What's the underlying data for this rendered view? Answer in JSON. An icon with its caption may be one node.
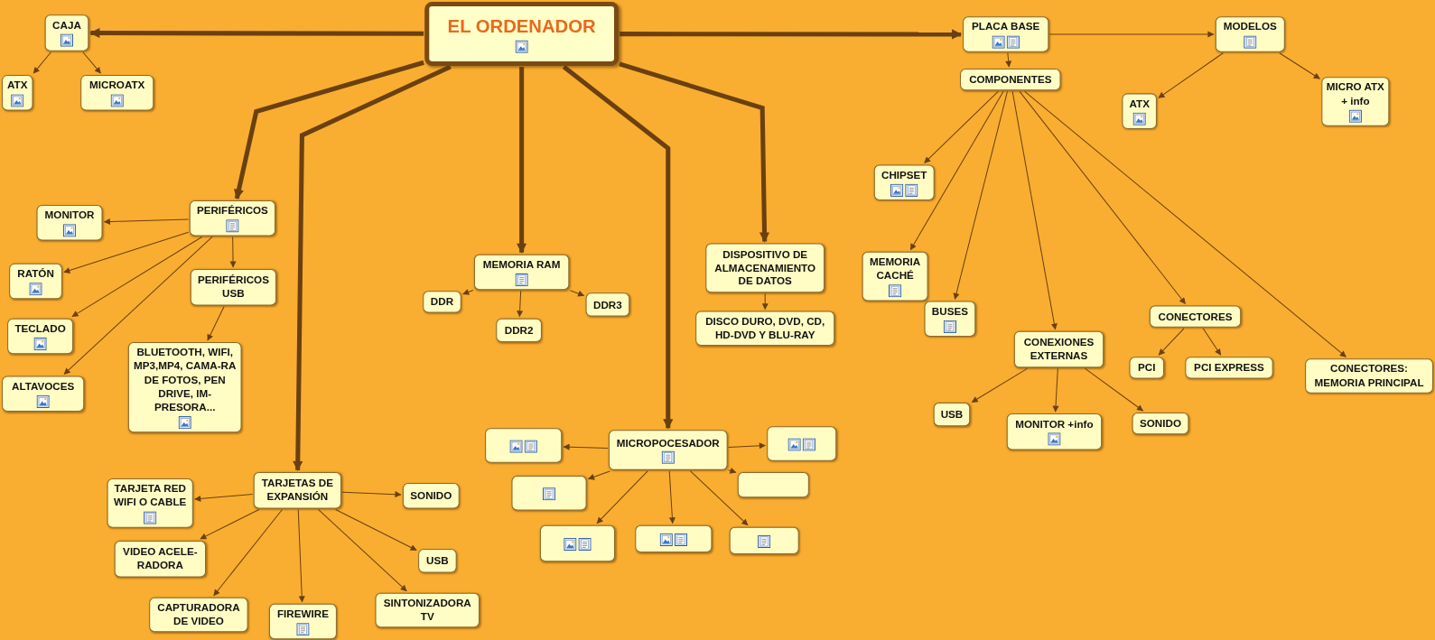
{
  "diagram": {
    "nodes": [
      {
        "text": [
          "EL ORDENADOR"
        ]
      },
      {
        "text": [
          "CAJA"
        ]
      },
      {
        "text": [
          "ATX"
        ]
      },
      {
        "text": [
          "MICROATX"
        ]
      },
      {
        "text": [
          "PLACA BASE"
        ]
      },
      {
        "text": [
          "MODELOS"
        ]
      },
      {
        "text": [
          "COMPONENTES"
        ]
      },
      {
        "text": [
          "ATX"
        ]
      },
      {
        "text": [
          "MICRO ATX + info"
        ]
      },
      {
        "text": [
          "CHIPSET"
        ]
      },
      {
        "text": [
          "PERIFÉRICOS"
        ]
      },
      {
        "text": [
          "MONITOR"
        ]
      },
      {
        "text": [
          "RATÓN"
        ]
      },
      {
        "text": [
          "PERIFÉRICOS USB"
        ]
      },
      {
        "text": [
          "MEMORIA RAM"
        ]
      },
      {
        "text": [
          "DISPOSITIVO DE ALMACENAMIENTO DE DATOS"
        ]
      },
      {
        "text": [
          "MEMORIA CACHÉ"
        ]
      },
      {
        "text": [
          "TECLADO"
        ]
      },
      {
        "text": [
          "DDR"
        ]
      },
      {
        "text": [
          "DDR3"
        ]
      },
      {
        "text": [
          "DDR2"
        ]
      },
      {
        "text": [
          "BUSES"
        ]
      },
      {
        "text": [
          "CONECTORES"
        ]
      },
      {
        "text": [
          "DISCO DURO, DVD, CD, HD-DVD Y BLU-RAY"
        ]
      },
      {
        "text": [
          "CONEXIONES EXTERNAS"
        ]
      },
      {
        "text": [
          "BLUETOOTH, WIFI, MP3,MP4, CAMA-RA DE FOTOS, PEN DRIVE, IM-PRESORA..."
        ]
      },
      {
        "text": [
          "ALTAVOCES"
        ]
      },
      {
        "text": [
          "PCI"
        ]
      },
      {
        "text": [
          "PCI EXPRESS"
        ]
      },
      {
        "text": [
          "CONECTORES: MEMORIA PRINCIPAL"
        ]
      },
      {
        "text": [
          "USB"
        ]
      },
      {
        "text": [
          "MONITOR +info"
        ]
      },
      {
        "text": [
          "SONIDO"
        ]
      },
      {
        "text": [],
        "shape": "box"
      },
      {
        "text": [
          "MICROPOCESADOR"
        ]
      },
      {
        "text": [],
        "shape": "box"
      },
      {
        "text": [
          "TARJETAS DE EXPANSIÓN"
        ]
      },
      {
        "text": [
          "SONIDO"
        ]
      },
      {
        "text": [
          "TARJETA RED WIFI O CABLE"
        ]
      },
      {
        "text": [],
        "shape": "box"
      },
      {
        "text": [],
        "shape": "box"
      },
      {
        "text": [
          "VIDEO ACELE-RADORA"
        ]
      },
      {
        "text": [],
        "shape": "box"
      },
      {
        "text": [],
        "shape": "box"
      },
      {
        "text": [],
        "shape": "box"
      },
      {
        "text": [
          "USB"
        ]
      },
      {
        "text": [
          "CAPTURADORA DE VIDEO"
        ]
      },
      {
        "text": [
          "FIREWIRE"
        ]
      },
      {
        "text": [
          "SINTONIZADORA TV"
        ]
      }
    ],
    "edges": [
      {
        "from": 0,
        "to": 1,
        "arrow": "to",
        "style": "thick"
      },
      {
        "from": 0,
        "to": 4,
        "arrow": "to",
        "style": "thick"
      },
      {
        "from": 0,
        "to": 10,
        "arrow": "to",
        "style": "thick"
      },
      {
        "from": 0,
        "to": 36,
        "arrow": "to",
        "style": "thick"
      },
      {
        "from": 0,
        "to": 14,
        "arrow": "to",
        "style": "thick"
      },
      {
        "from": 0,
        "to": 34,
        "arrow": "to",
        "style": "thick"
      },
      {
        "from": 0,
        "to": 15,
        "arrow": "to",
        "style": "thick"
      },
      {
        "from": 1,
        "to": 2,
        "arrow": "to"
      },
      {
        "from": 1,
        "to": 3,
        "arrow": "to"
      },
      {
        "from": 4,
        "to": 5,
        "arrow": "to"
      },
      {
        "from": 4,
        "to": 6,
        "arrow": "to"
      },
      {
        "from": 5,
        "to": 7,
        "arrow": "to"
      },
      {
        "from": 5,
        "to": 8,
        "arrow": "to"
      },
      {
        "from": 6,
        "to": 9,
        "arrow": "to"
      },
      {
        "from": 6,
        "to": 16,
        "arrow": "to"
      },
      {
        "from": 6,
        "to": 21,
        "arrow": "to"
      },
      {
        "from": 6,
        "to": 24,
        "arrow": "to"
      },
      {
        "from": 6,
        "to": 22,
        "arrow": "to"
      },
      {
        "from": 6,
        "to": 29,
        "arrow": "to"
      },
      {
        "from": 10,
        "to": 11,
        "arrow": "to"
      },
      {
        "from": 10,
        "to": 12,
        "arrow": "to"
      },
      {
        "from": 10,
        "to": 17,
        "arrow": "to"
      },
      {
        "from": 10,
        "to": 26,
        "arrow": "to"
      },
      {
        "from": 10,
        "to": 13,
        "arrow": "to"
      },
      {
        "from": 13,
        "to": 25,
        "arrow": "to"
      },
      {
        "from": 14,
        "to": 18,
        "arrow": "to"
      },
      {
        "from": 14,
        "to": 20,
        "arrow": "to"
      },
      {
        "from": 14,
        "to": 19,
        "arrow": "to"
      },
      {
        "from": 15,
        "to": 23,
        "arrow": "to"
      },
      {
        "from": 22,
        "to": 27,
        "arrow": "to"
      },
      {
        "from": 22,
        "to": 28,
        "arrow": "to"
      },
      {
        "from": 24,
        "to": 30,
        "arrow": "to"
      },
      {
        "from": 24,
        "to": 31,
        "arrow": "to"
      },
      {
        "from": 24,
        "to": 32,
        "arrow": "to"
      },
      {
        "from": 34,
        "to": 33,
        "arrow": "to"
      },
      {
        "from": 34,
        "to": 35,
        "arrow": "to"
      },
      {
        "from": 34,
        "to": 39,
        "arrow": "to"
      },
      {
        "from": 34,
        "to": 40,
        "arrow": "to"
      },
      {
        "from": 34,
        "to": 42,
        "arrow": "to"
      },
      {
        "from": 34,
        "to": 43,
        "arrow": "to"
      },
      {
        "from": 34,
        "to": 44,
        "arrow": "to"
      },
      {
        "from": 36,
        "to": 38,
        "arrow": "to"
      },
      {
        "from": 36,
        "to": 37,
        "arrow": "to"
      },
      {
        "from": 36,
        "to": 41,
        "arrow": "to"
      },
      {
        "from": 36,
        "to": 46,
        "arrow": "to"
      },
      {
        "from": 36,
        "to": 47,
        "arrow": "to"
      },
      {
        "from": 36,
        "to": 48,
        "arrow": "to"
      },
      {
        "from": 36,
        "to": 45,
        "arrow": "to"
      }
    ]
  }
}
